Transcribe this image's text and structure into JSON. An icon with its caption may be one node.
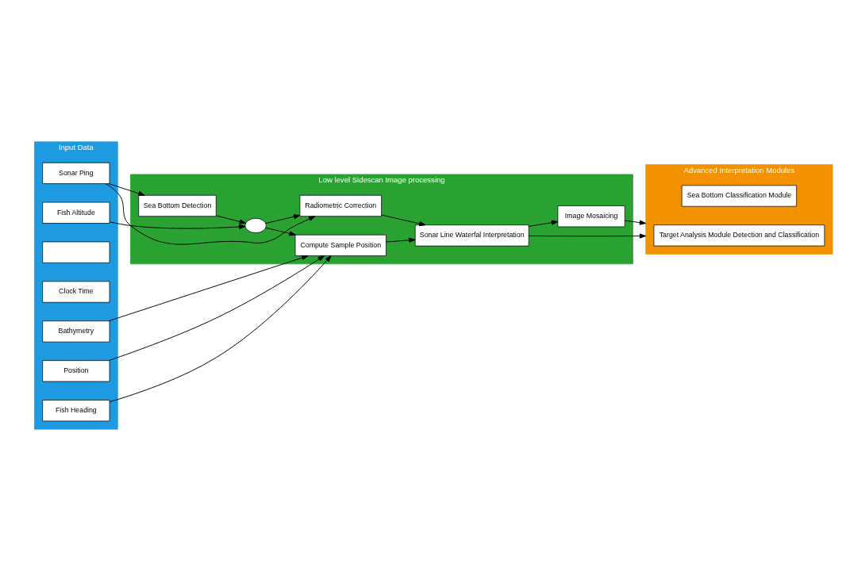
{
  "diagram": {
    "nodes": [
      {
        "text": [
          "Input Data"
        ]
      },
      {
        "text": [
          "Sonar Ping"
        ],
        "in": 0
      },
      {
        "text": [
          "Fish Altitude"
        ],
        "in": 0
      },
      {
        "text": [
          "Fish Heading"
        ],
        "in": 0
      },
      {
        "text": [
          "Position"
        ],
        "in": 0
      },
      {
        "text": [
          "Bathymetry"
        ],
        "in": 0
      },
      {
        "text": [
          "Clock Time"
        ],
        "in": 0
      },
      {
        "text": [],
        "shape": "box",
        "in": 0
      },
      {
        "text": [
          "Low level Sidescan Image processing"
        ]
      },
      {
        "text": [
          "Radiometric Correction"
        ],
        "in": 8
      },
      {
        "text": [
          "Sea Bottom Detection"
        ],
        "in": 8
      },
      {
        "text": [],
        "shape": "ellipse",
        "in": 8
      },
      {
        "text": [
          "Sonar Line Waterfal Interpretation"
        ],
        "in": 8
      },
      {
        "text": [
          "Compute Sample Position"
        ],
        "in": 8
      },
      {
        "text": [
          "Image Mosaicing"
        ],
        "in": 8
      },
      {
        "text": [
          "Advanced Interpretation Modules"
        ]
      },
      {
        "text": [
          "Target Analysis Module Detection and Classification"
        ],
        "in": 15
      },
      {
        "text": [
          "Sea Bottom Classification Module"
        ],
        "in": 15
      }
    ],
    "edges": [
      {
        "from": 1,
        "to": 9,
        "arrow": "to"
      },
      {
        "from": 1,
        "to": 10,
        "arrow": "to"
      },
      {
        "from": 10,
        "to": 11,
        "arrow": "to"
      },
      {
        "from": 2,
        "to": 11,
        "arrow": "to"
      },
      {
        "from": 11,
        "to": 9,
        "arrow": "to"
      },
      {
        "from": 11,
        "to": 13,
        "arrow": "to"
      },
      {
        "from": 3,
        "to": 13,
        "arrow": "to"
      },
      {
        "from": 4,
        "to": 13,
        "arrow": "to"
      },
      {
        "from": 5,
        "to": 13,
        "arrow": "to"
      },
      {
        "from": 9,
        "to": 12,
        "arrow": "to"
      },
      {
        "from": 13,
        "to": 12,
        "arrow": "to"
      },
      {
        "from": 12,
        "to": 14,
        "arrow": "to"
      },
      {
        "from": 12,
        "to": 15,
        "arrow": "to"
      },
      {
        "from": 14,
        "to": 15,
        "arrow": "to"
      }
    ]
  }
}
